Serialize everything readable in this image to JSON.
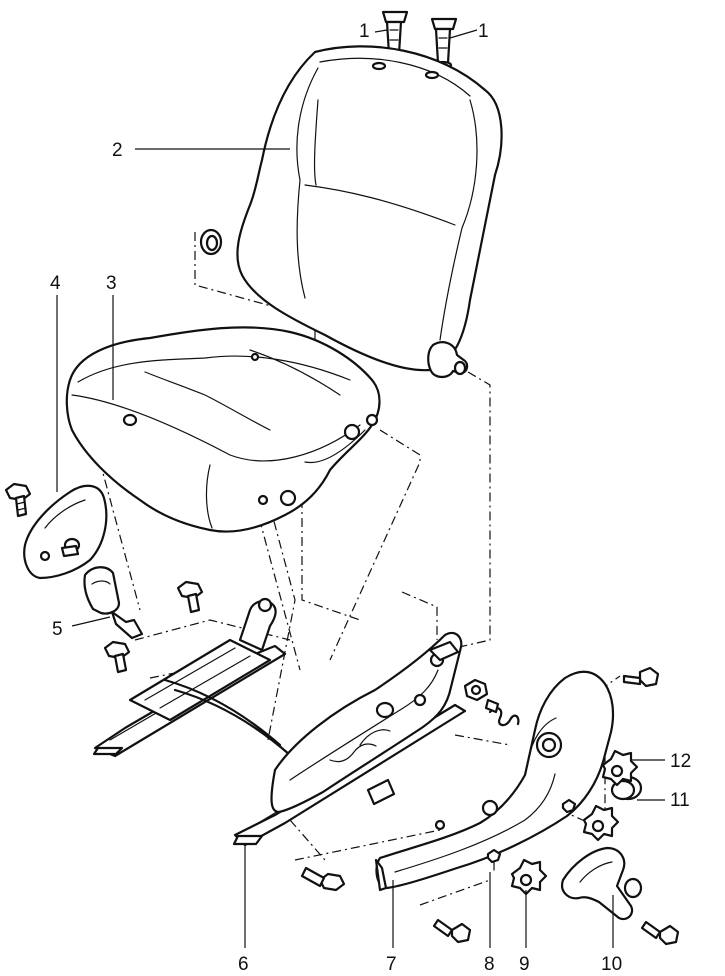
{
  "callouts": {
    "c1a": "1",
    "c1b": "1",
    "c2": "2",
    "c3": "3",
    "c4": "4",
    "c5": "5",
    "c6": "6",
    "c7": "7",
    "c8": "8",
    "c9": "9",
    "c10": "10",
    "c11": "11",
    "c12": "12"
  }
}
